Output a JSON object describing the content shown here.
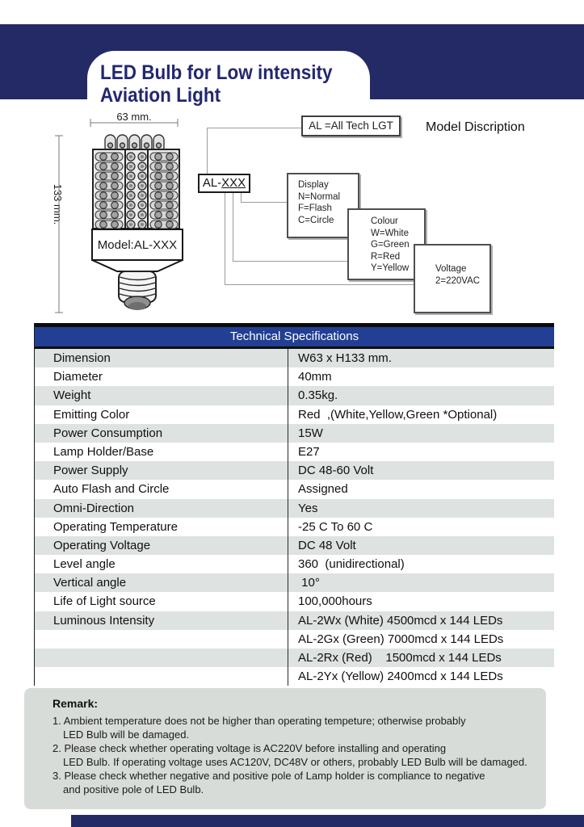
{
  "colors": {
    "banner_navy": "#232a66",
    "title_navy": "#23276f",
    "table_header_blue": "#223f94",
    "row_shade": "#dee2e0",
    "remark_bg": "#d8dcd8"
  },
  "header": {
    "title_line1": "LED Bulb for Low intensity",
    "title_line2": "Aviation Light"
  },
  "model_description": {
    "section_title": "Model Discription",
    "maker_label": "AL =All Tech LGT",
    "model_code_prefix": "AL-",
    "model_code_suffix": "XXX",
    "display_box": [
      "Display",
      "N=Normal",
      "F=Flash",
      "C=Circle"
    ],
    "colour_box": [
      "Colour",
      "W=White",
      "G=Green",
      "R=Red",
      "Y=Yellow"
    ],
    "voltage_box": [
      "Voltage",
      "2=220VAC"
    ]
  },
  "diagram": {
    "width_label": "63 mm.",
    "height_label": "133 mm.",
    "model_label": "Model:AL-XXX"
  },
  "spec_table": {
    "title": "Technical Specifications",
    "rows": [
      {
        "label": "Dimension",
        "value": "W63 x H133 mm."
      },
      {
        "label": "Diameter",
        "value": "40mm"
      },
      {
        "label": "Weight",
        "value": "0.35kg."
      },
      {
        "label": "Emitting Color",
        "value": "Red  ,(White,Yellow,Green *Optional)"
      },
      {
        "label": "Power Consumption",
        "value": "15W"
      },
      {
        "label": "Lamp Holder/Base",
        "value": "E27"
      },
      {
        "label": "Power Supply",
        "value": "DC 48-60 Volt"
      },
      {
        "label": "Auto Flash and Circle",
        "value": "Assigned"
      },
      {
        "label": "Omni-Direction",
        "value": "Yes"
      },
      {
        "label": "Operating Temperature",
        "value": "-25 C To 60 C"
      },
      {
        "label": "Operating Voltage",
        "value": "DC 48 Volt"
      },
      {
        "label": "Level angle",
        "value": "360  (unidirectional)"
      },
      {
        "label": "Vertical angle",
        "value": " 10°"
      },
      {
        "label": "Life of Light source",
        "value": "100,000hours"
      },
      {
        "label": "Luminous Intensity",
        "value": "AL-2Wx (White) 4500mcd x 144 LEDs"
      },
      {
        "label": "",
        "value": "AL-2Gx (Green) 7000mcd x 144 LEDs"
      },
      {
        "label": "",
        "value": "AL-2Rx (Red)    1500mcd x 144 LEDs"
      },
      {
        "label": "",
        "value": "AL-2Yx (Yellow) 2400mcd x 144 LEDs"
      }
    ]
  },
  "remark": {
    "heading": "Remark:",
    "items": [
      {
        "line1": "1. Ambient temperature does not be higher than operating tempeture; otherwise probably",
        "line2": "LED Bulb will be damaged."
      },
      {
        "line1": "2. Please check whether operating voltage is AC220V before installing and operating",
        "line2": "LED Bulb. If operating voltage uses AC120V, DC48V or others, probably LED Bulb will be damaged."
      },
      {
        "line1": "3. Please check whether negative and positive pole of Lamp holder is compliance to negative",
        "line2": "and positive pole of LED Bulb."
      }
    ]
  }
}
